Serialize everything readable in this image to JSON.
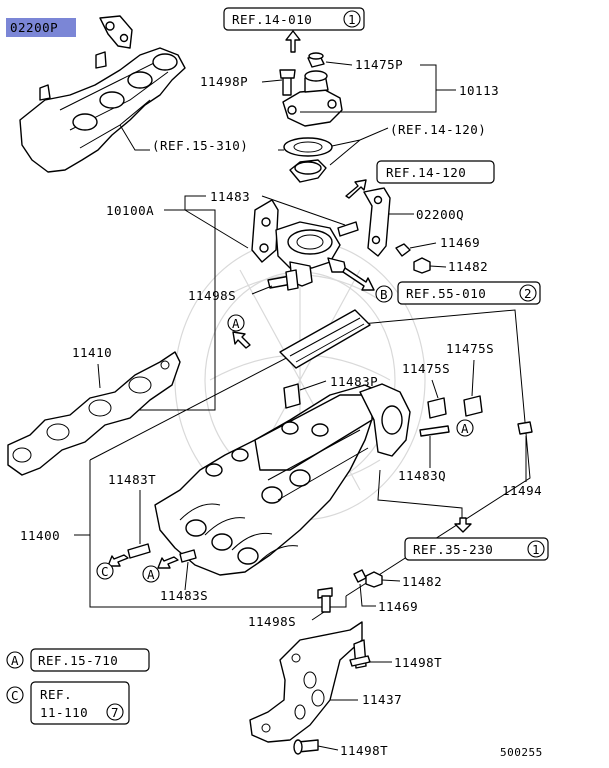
{
  "labels": {
    "p02200P": "02200P",
    "p11498P": "11498P",
    "p11475P": "11475P",
    "p10113": "10113",
    "ref15_310": "(REF.15-310)",
    "ref14_120_paren": "(REF.14-120)",
    "p11483_top": "11483",
    "p10100A": "10100A",
    "p02200Q": "02200Q",
    "p11469_top": "11469",
    "p11482_top": "11482",
    "p11498S_top": "11498S",
    "p11410": "11410",
    "p11475S_a": "11475S",
    "p11475S_b": "11475S",
    "p11483P": "11483P",
    "p11483Q": "11483Q",
    "p11494": "11494",
    "p11483T": "11483T",
    "p11400": "11400",
    "p11483S": "11483S",
    "p11482_bot": "11482",
    "p11469_bot": "11469",
    "p11498S_bot": "11498S",
    "p11498T_a": "11498T",
    "p11437": "11437",
    "p11498T_b": "11498T",
    "diagram_code": "500255"
  },
  "refs": {
    "ref_14_010": {
      "text": "REF.14-010",
      "num": "1"
    },
    "ref_14_120": {
      "text": "REF.14-120"
    },
    "ref_55_010": {
      "text": "REF.55-010",
      "num": "2"
    },
    "ref_35_230": {
      "text": "REF.35-230",
      "num": "1"
    }
  },
  "markers": {
    "A": "A",
    "B": "B",
    "C": "C"
  },
  "legend": {
    "a_letter": "A",
    "a_ref": "REF.15-710",
    "c_letter": "C",
    "c_ref_line1": "REF.",
    "c_ref_line2": "11-110",
    "c_ref_num": "7"
  },
  "colors": {
    "highlight": "#7b86d6",
    "line": "#000000",
    "watermark": "#d9d9d9"
  }
}
